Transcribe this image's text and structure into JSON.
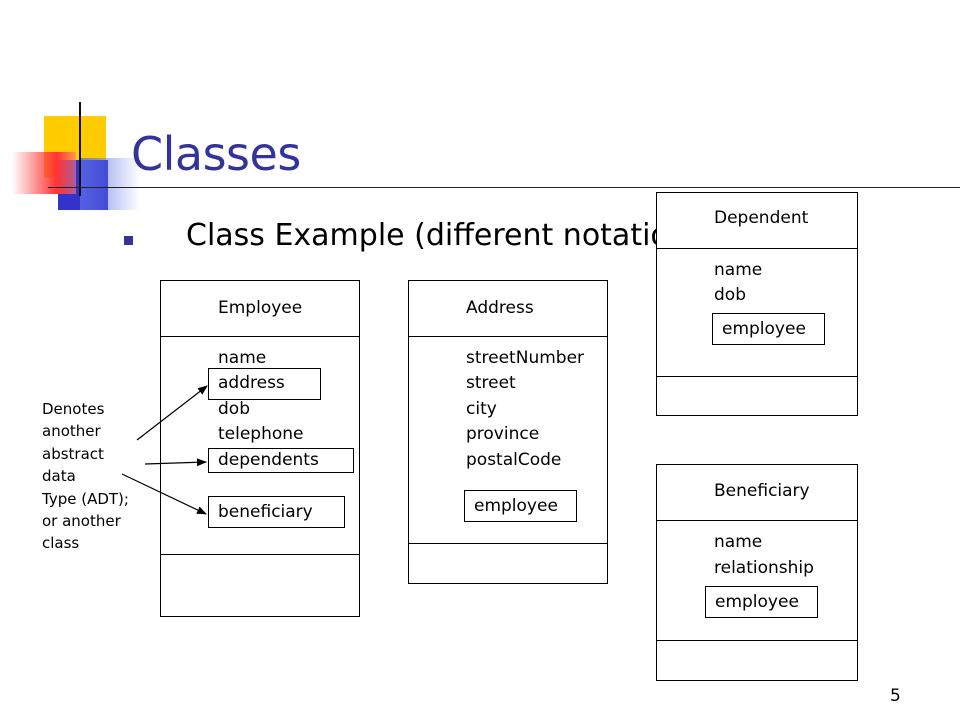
{
  "slide": {
    "title": "Classes",
    "bullet": "Class Example (different notation)",
    "page_number": "5",
    "note": "Denotes\nanother\nabstract\ndata\nType (ADT);\nor another\nclass"
  },
  "colors": {
    "title": "#333399",
    "deco_yellow": "#ffcc00",
    "deco_blue": "#3333cc",
    "deco_red": "#ff3333"
  },
  "classes": {
    "employee": {
      "name": "Employee",
      "attrs": [
        "name",
        "address",
        "dob",
        "telephone",
        "dependents"
      ],
      "extra": "beneficiary",
      "boxed_attrs": [
        "address",
        "dependents"
      ]
    },
    "address": {
      "name": "Address",
      "attrs": [
        "streetNumber",
        "street",
        "city",
        "province",
        "postalCode"
      ],
      "tag": "employee"
    },
    "dependent": {
      "name": "Dependent",
      "attrs": [
        "name",
        "dob"
      ],
      "tag": "employee"
    },
    "beneficiary": {
      "name": "Beneficiary",
      "attrs": [
        "name",
        "relationship"
      ],
      "tag": "employee"
    }
  }
}
